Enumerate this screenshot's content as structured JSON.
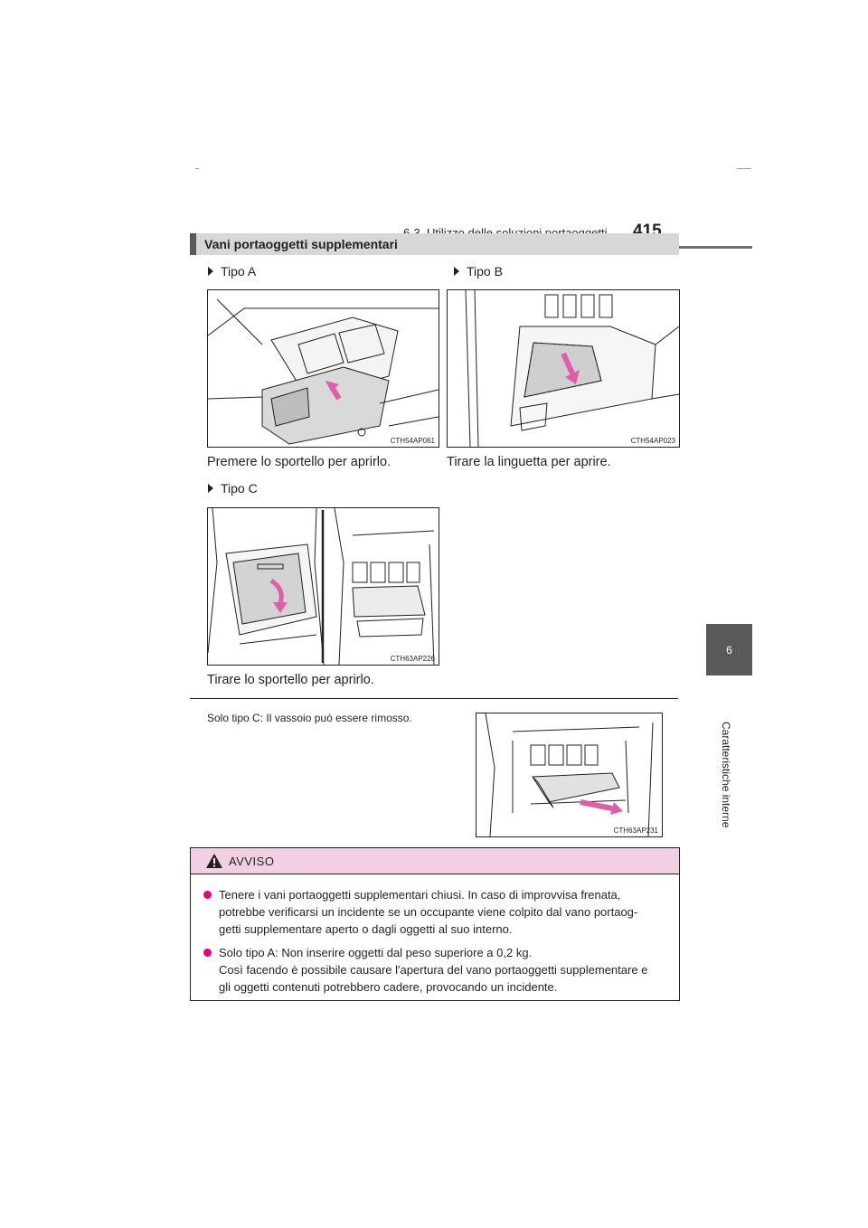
{
  "header": {
    "section_path": "6-3. Utilizzo delle soluzioni portaoggetti",
    "page_number": "415"
  },
  "side_tab": {
    "chapter_number": "6",
    "chapter_title": "Caratteristiche interne"
  },
  "section": {
    "title": "Vani portaoggetti supplementari"
  },
  "types": [
    {
      "label": "Tipo A",
      "figure_code": "CTH54AP061",
      "caption": "Premere lo sportello per aprirlo."
    },
    {
      "label": "Tipo B",
      "figure_code": "CTH54AP023",
      "caption": "Tirare la linguetta per aprire."
    },
    {
      "label": "Tipo C",
      "figure_code": "CTH63AP226",
      "caption": "Tirare lo sportello per aprirlo."
    }
  ],
  "note": {
    "text": "Solo tipo C: Il vassoio può essere rimosso.",
    "figure_code": "CTH63AP231"
  },
  "warning": {
    "title": "AVVISO",
    "items": [
      {
        "lines": [
          "Tenere i vani portaoggetti supplementari chiusi. In caso di improvvisa frenata,",
          "potrebbe verificarsi un incidente se un occupante viene colpito dal vano portaog-",
          "getti supplementare aperto o dagli oggetti al suo interno."
        ]
      },
      {
        "lines": [
          "Solo tipo A: Non inserire oggetti dal peso superiore a 0,2 kg.",
          "Così facendo è possibile causare l'apertura del vano portaoggetti supplementare e",
          "gli oggetti contenuti potrebbero cadere, provocando un incidente."
        ]
      }
    ]
  },
  "colors": {
    "accent_pink": "#e6007e",
    "warning_header_bg": "#f3cfe4",
    "tab_gray": "#58595b",
    "section_bar_gray": "#d6d7d8"
  }
}
